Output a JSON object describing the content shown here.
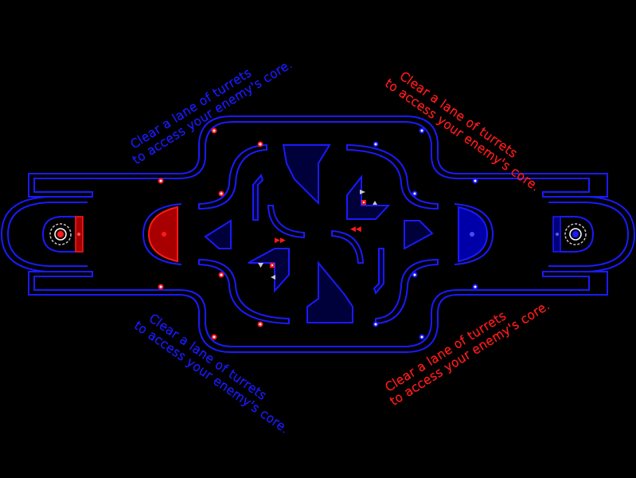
{
  "messages": {
    "line1": "Clear a lane of turrets",
    "line2": "to access your enemy's core."
  },
  "teams": {
    "red": {
      "color": "#ff1a1a",
      "side": "left"
    },
    "blue": {
      "color": "#1a1aff",
      "side": "right"
    }
  },
  "colors": {
    "wall": "#1a1aff",
    "background": "#000000",
    "neutral": "#c8c8c8"
  },
  "icons": [
    "core-icon",
    "turret-icon",
    "spawn-shield",
    "pickup-icon",
    "boost-arrow-icon"
  ]
}
